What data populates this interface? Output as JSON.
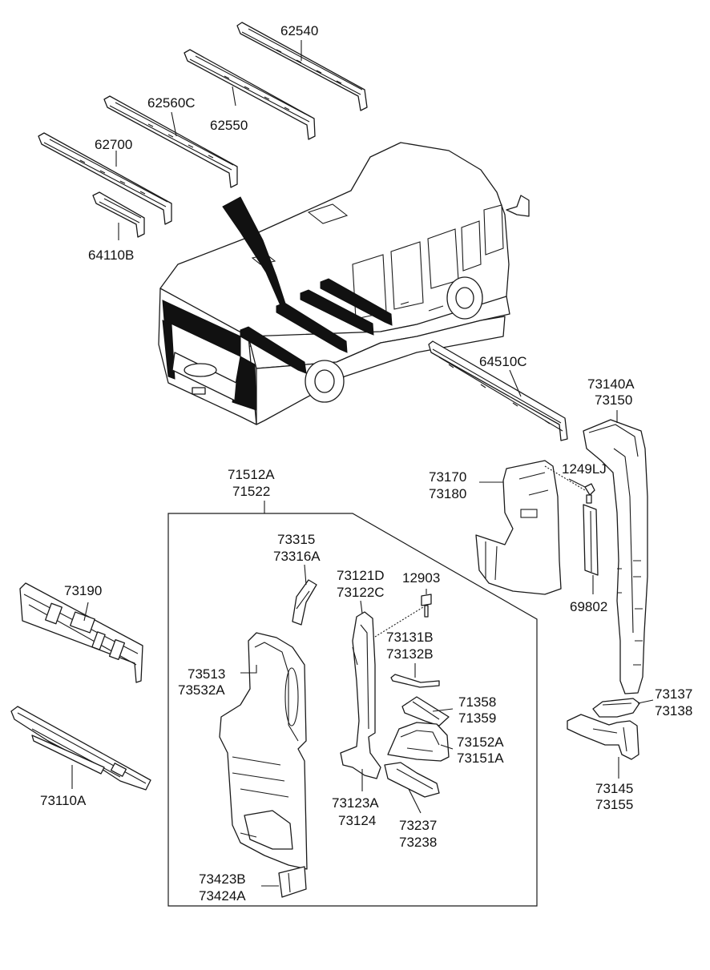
{
  "labels": {
    "p62540": "62540",
    "p62550": "62550",
    "p62560C": "62560C",
    "p62700": "62700",
    "p64110B": "64110B",
    "p64510C": "64510C",
    "p73140A": "73140A",
    "p73150": "73150",
    "p73170": "73170",
    "p73180": "73180",
    "p1249LJ": "1249LJ",
    "p69802": "69802",
    "p71512A": "71512A",
    "p71522": "71522",
    "p73315": "73315",
    "p73316A": "73316A",
    "p73121D": "73121D",
    "p73122C": "73122C",
    "p12903": "12903",
    "p73190": "73190",
    "p73131B": "73131B",
    "p73132B": "73132B",
    "p73513": "73513",
    "p73532A": "73532A",
    "p71358": "71358",
    "p71359": "71359",
    "p73137": "73137",
    "p73138": "73138",
    "p73152A": "73152A",
    "p73151A": "73151A",
    "p73110A": "73110A",
    "p73123A": "73123A",
    "p73124": "73124",
    "p73145": "73145",
    "p73155": "73155",
    "p73237": "73237",
    "p73238": "73238",
    "p73423B": "73423B",
    "p73424A": "73424A"
  }
}
